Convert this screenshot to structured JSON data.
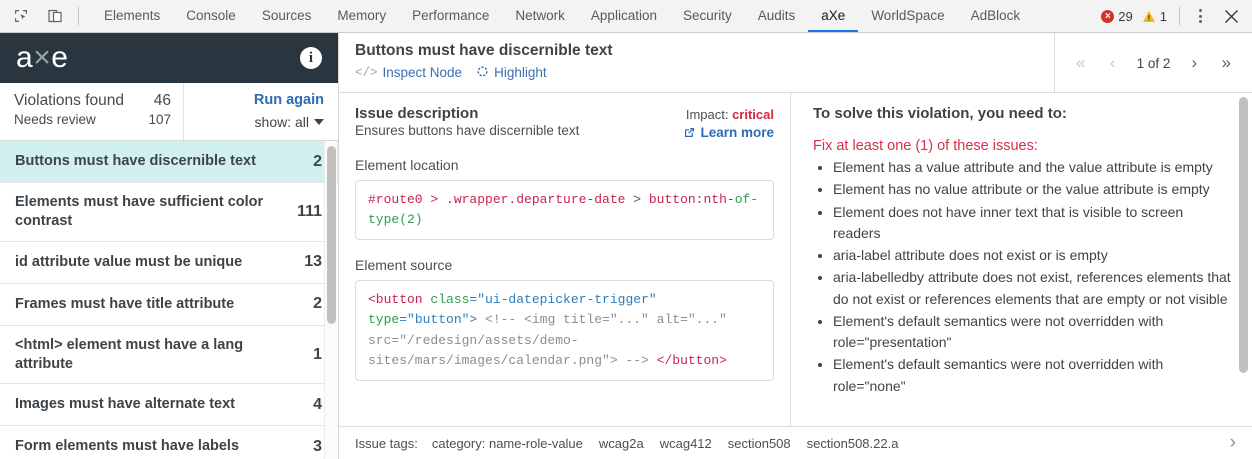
{
  "devtools": {
    "icons": [
      {
        "name": "inspect-element-icon",
        "label": "Inspect element"
      },
      {
        "name": "device-toolbar-icon",
        "label": "Toggle device toolbar"
      }
    ],
    "tabs": [
      {
        "label": "Elements",
        "active": false
      },
      {
        "label": "Console",
        "active": false
      },
      {
        "label": "Sources",
        "active": false
      },
      {
        "label": "Memory",
        "active": false
      },
      {
        "label": "Performance",
        "active": false
      },
      {
        "label": "Network",
        "active": false
      },
      {
        "label": "Application",
        "active": false
      },
      {
        "label": "Security",
        "active": false
      },
      {
        "label": "Audits",
        "active": false
      },
      {
        "label": "aXe",
        "active": true
      },
      {
        "label": "WorldSpace",
        "active": false
      },
      {
        "label": "AdBlock",
        "active": false
      }
    ],
    "error_count": "29",
    "warning_count": "1",
    "error_icon": "error-circle-icon",
    "warning_icon": "warning-triangle-icon",
    "kebab_icon": "more-options-icon",
    "close_icon": "close-icon"
  },
  "sidebar": {
    "logo": {
      "part_a": "a",
      "part_x": "×",
      "part_e": "e"
    },
    "info_icon_label": "i",
    "summary": {
      "violations_label": "Violations found",
      "violations_count": "46",
      "needs_review_label": "Needs review",
      "needs_review_count": "107",
      "run_again_label": "Run again",
      "show_label": "show: all"
    },
    "violations": [
      {
        "label": "Buttons must have discernible text",
        "count": "2",
        "selected": true
      },
      {
        "label": "Elements must have sufficient color contrast",
        "count": "111",
        "selected": false
      },
      {
        "label": "id attribute value must be unique",
        "count": "13",
        "selected": false
      },
      {
        "label": "Frames must have title attribute",
        "count": "2",
        "selected": false
      },
      {
        "label": "<html> element must have a lang attribute",
        "count": "1",
        "selected": false
      },
      {
        "label": "Images must have alternate text",
        "count": "4",
        "selected": false
      },
      {
        "label": "Form elements must have labels",
        "count": "3",
        "selected": false
      }
    ]
  },
  "detail": {
    "title": "Buttons must have discernible text",
    "inspect_node_label": "Inspect Node",
    "highlight_label": "Highlight",
    "inspect_icon": "code-brackets-icon",
    "highlight_icon": "highlight-target-icon",
    "pager": {
      "first_label": "«",
      "prev_label": "‹",
      "position_label": "1 of 2",
      "next_label": "›",
      "last_label": "»"
    },
    "issue_description_title": "Issue description",
    "issue_description_text": "Ensures buttons have discernible text",
    "impact_prefix": "Impact:",
    "impact_value": "critical",
    "learn_more_label": "Learn more",
    "learn_more_icon": "external-link-icon",
    "element_location_title": "Element location",
    "element_location": {
      "selector_part1": "#route0 > ",
      "selector_part2": ".wrapper.departure-date",
      "selector_part3": " > ",
      "selector_part4": "button:nth-",
      "selector_part5": "of-type(2)"
    },
    "element_source_title": "Element source",
    "element_source": {
      "tag_open": "<button",
      "attr_class": " class",
      "attr_class_val": "=\"ui-datepicker-trigger\"",
      "attr_type": "type",
      "attr_type_val": "=\"button\">",
      "comment": " <!-- <img title=\"...\" alt=\"...\" src=\"/redesign/assets/demo-sites/mars/images/calendar.png\"> -->",
      "tag_close": " </button>"
    },
    "solve_title": "To solve this violation, you need to:",
    "fix_title": "Fix at least one (1) of these issues:",
    "fix_items": [
      "Element has a value attribute and the value attribute is empty",
      "Element has no value attribute or the value attribute is empty",
      "Element does not have inner text that is visible to screen readers",
      "aria-label attribute does not exist or is empty",
      "aria-labelledby attribute does not exist, references elements that do not exist or references elements that are empty or not visible",
      "Element's default semantics were not overridden with role=\"presentation\"",
      "Element's default semantics were not overridden with role=\"none\""
    ]
  },
  "tags": {
    "label": "Issue tags:",
    "items": [
      "category: name-role-value",
      "wcag2a",
      "wcag412",
      "section508",
      "section508.22.a"
    ],
    "more_icon": "chevron-right-icon"
  },
  "colors": {
    "axe_header_bg": "#29363f",
    "selected_row_bg": "#d3f0f2",
    "accent_link": "#2c6cb7",
    "critical": "#d32b43",
    "active_tab_underline": "#1a73e8"
  }
}
